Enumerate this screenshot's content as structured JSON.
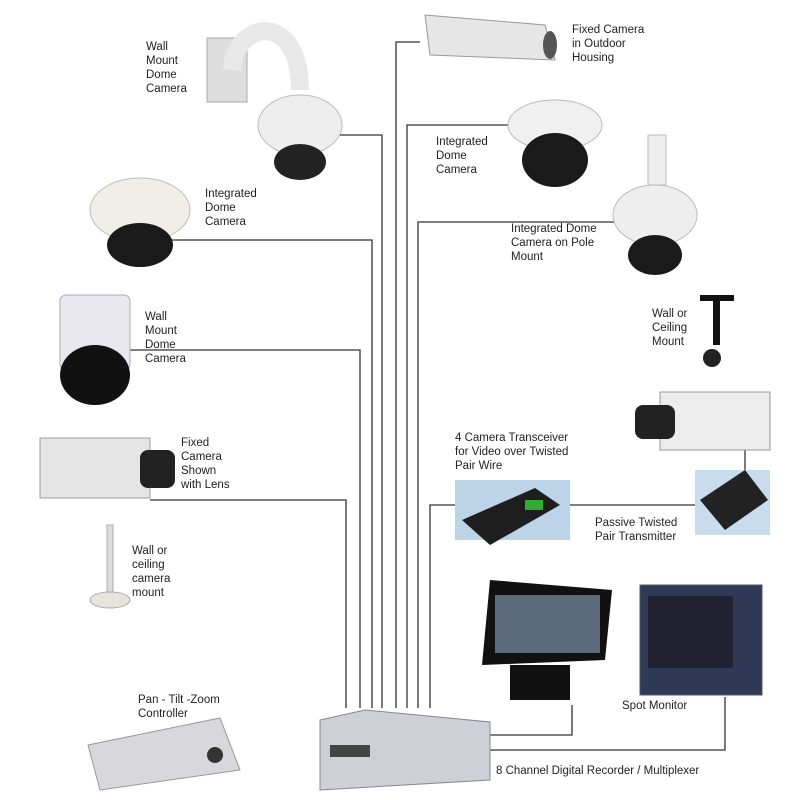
{
  "labels": {
    "wall_mount_dome_top": "Wall\nMount\nDome\nCamera",
    "fixed_outdoor": "Fixed Camera\nin Outdoor\nHousing",
    "integrated_dome_left": "Integrated\nDome\nCamera",
    "integrated_dome_right": "Integrated\nDome\nCamera",
    "pole_dome": "Integrated Dome\nCamera on Pole\nMount",
    "wall_mount_dome_mid": "Wall\nMount\nDome\nCamera",
    "wall_ceiling_mount": "Wall or\nCeiling\nMount",
    "fixed_lens": "Fixed\nCamera\nShown\nwith Lens",
    "transceiver": "4 Camera Transceiver\nfor Video over Twisted\nPair Wire",
    "passive_tx": "Passive Twisted\nPair Transmitter",
    "camera_mount": "Wall or\nceiling\ncamera\nmount",
    "ptz": "Pan - Tilt -Zoom\nController",
    "spot_monitor": "Spot Monitor",
    "recorder": "8 Channel Digital Recorder / Multiplexer"
  }
}
